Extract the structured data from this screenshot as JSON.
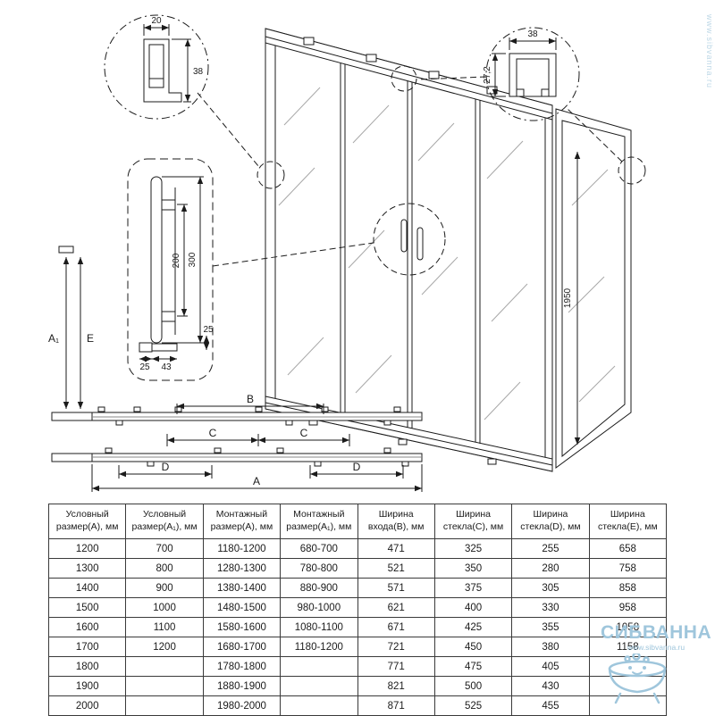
{
  "drawing": {
    "labels": {
      "p20": "20",
      "p38_left": "38",
      "p38_right": "38",
      "p272": "27,2",
      "p200": "200",
      "p300": "300",
      "p25_side": "25",
      "p25_base": "25",
      "p43_base": "43",
      "height": "1950",
      "a1": "A₁",
      "e": "E",
      "b": "B",
      "c": "C",
      "d": "D",
      "a": "A"
    }
  },
  "table": {
    "headers": [
      "Условный размер(A), мм",
      "Условный размер(A₁), мм",
      "Монтажный размер(A), мм",
      "Монтажный размер(A₁), мм",
      "Ширина входа(B), мм",
      "Ширина стекла(C), мм",
      "Ширина стекла(D), мм",
      "Ширина стекла(E), мм"
    ],
    "rows": [
      [
        "1200",
        "700",
        "1180-1200",
        "680-700",
        "471",
        "325",
        "255",
        "658"
      ],
      [
        "1300",
        "800",
        "1280-1300",
        "780-800",
        "521",
        "350",
        "280",
        "758"
      ],
      [
        "1400",
        "900",
        "1380-1400",
        "880-900",
        "571",
        "375",
        "305",
        "858"
      ],
      [
        "1500",
        "1000",
        "1480-1500",
        "980-1000",
        "621",
        "400",
        "330",
        "958"
      ],
      [
        "1600",
        "1100",
        "1580-1600",
        "1080-1100",
        "671",
        "425",
        "355",
        "1058"
      ],
      [
        "1700",
        "1200",
        "1680-1700",
        "1180-1200",
        "721",
        "450",
        "380",
        "1158"
      ],
      [
        "1800",
        "",
        "1780-1800",
        "",
        "771",
        "475",
        "405",
        ""
      ],
      [
        "1900",
        "",
        "1880-1900",
        "",
        "821",
        "500",
        "430",
        ""
      ],
      [
        "2000",
        "",
        "1980-2000",
        "",
        "871",
        "525",
        "455",
        ""
      ]
    ]
  },
  "watermark": {
    "brand": "СИБВАННА",
    "url": "www.sibvanna.ru"
  }
}
